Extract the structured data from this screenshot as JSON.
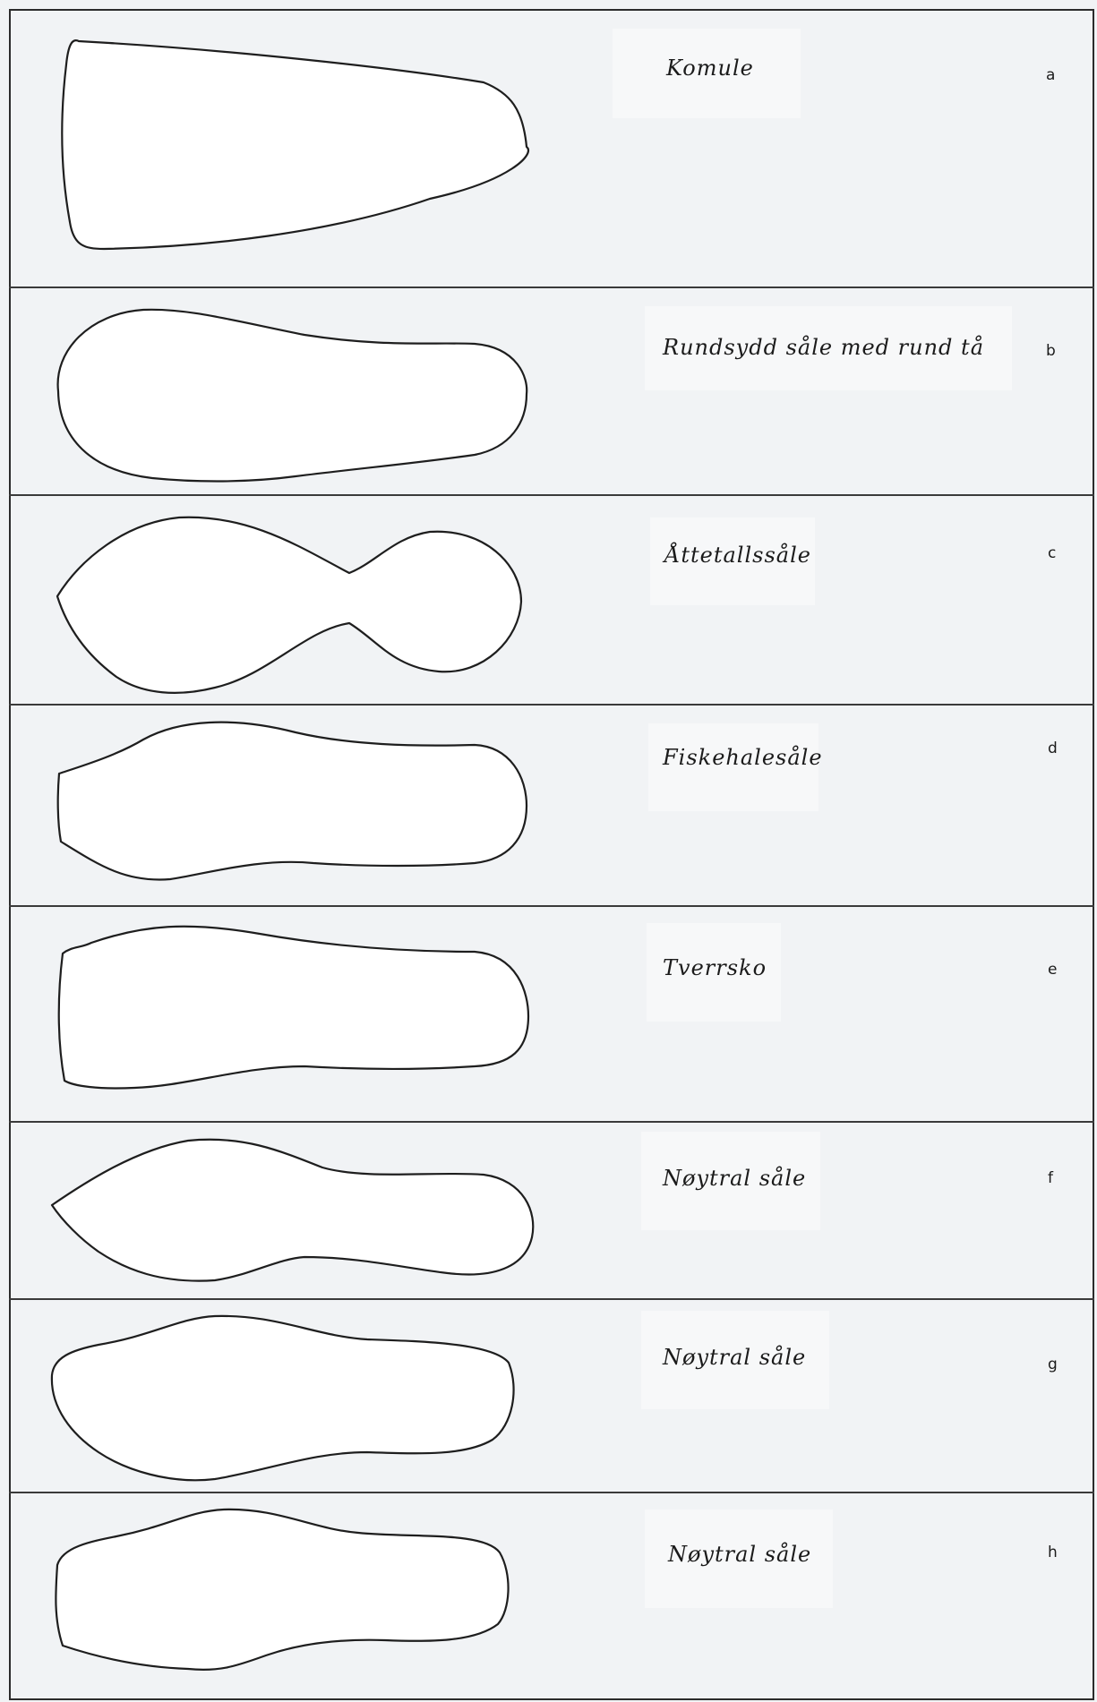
{
  "figure": {
    "rows": [
      {
        "id": "a",
        "name": "Komule",
        "letter": "a"
      },
      {
        "id": "b",
        "name": "Rundsydd såle med rund tå",
        "letter": "b"
      },
      {
        "id": "c",
        "name": "Åttetallssåle",
        "letter": "c"
      },
      {
        "id": "d",
        "name": "Fiskehalesåle",
        "letter": "d"
      },
      {
        "id": "e",
        "name": "Tverrsko",
        "letter": "e"
      },
      {
        "id": "f",
        "name": "Nøytral såle",
        "letter": "f"
      },
      {
        "id": "g",
        "name": "Nøytral såle",
        "letter": "g"
      },
      {
        "id": "h",
        "name": "Nøytral såle",
        "letter": "h"
      }
    ]
  },
  "colors": {
    "paper": "#f1f3f5",
    "outline": "#1e1e1e",
    "sole_fill": "#ffffff",
    "rule": "#3a3a3a"
  }
}
